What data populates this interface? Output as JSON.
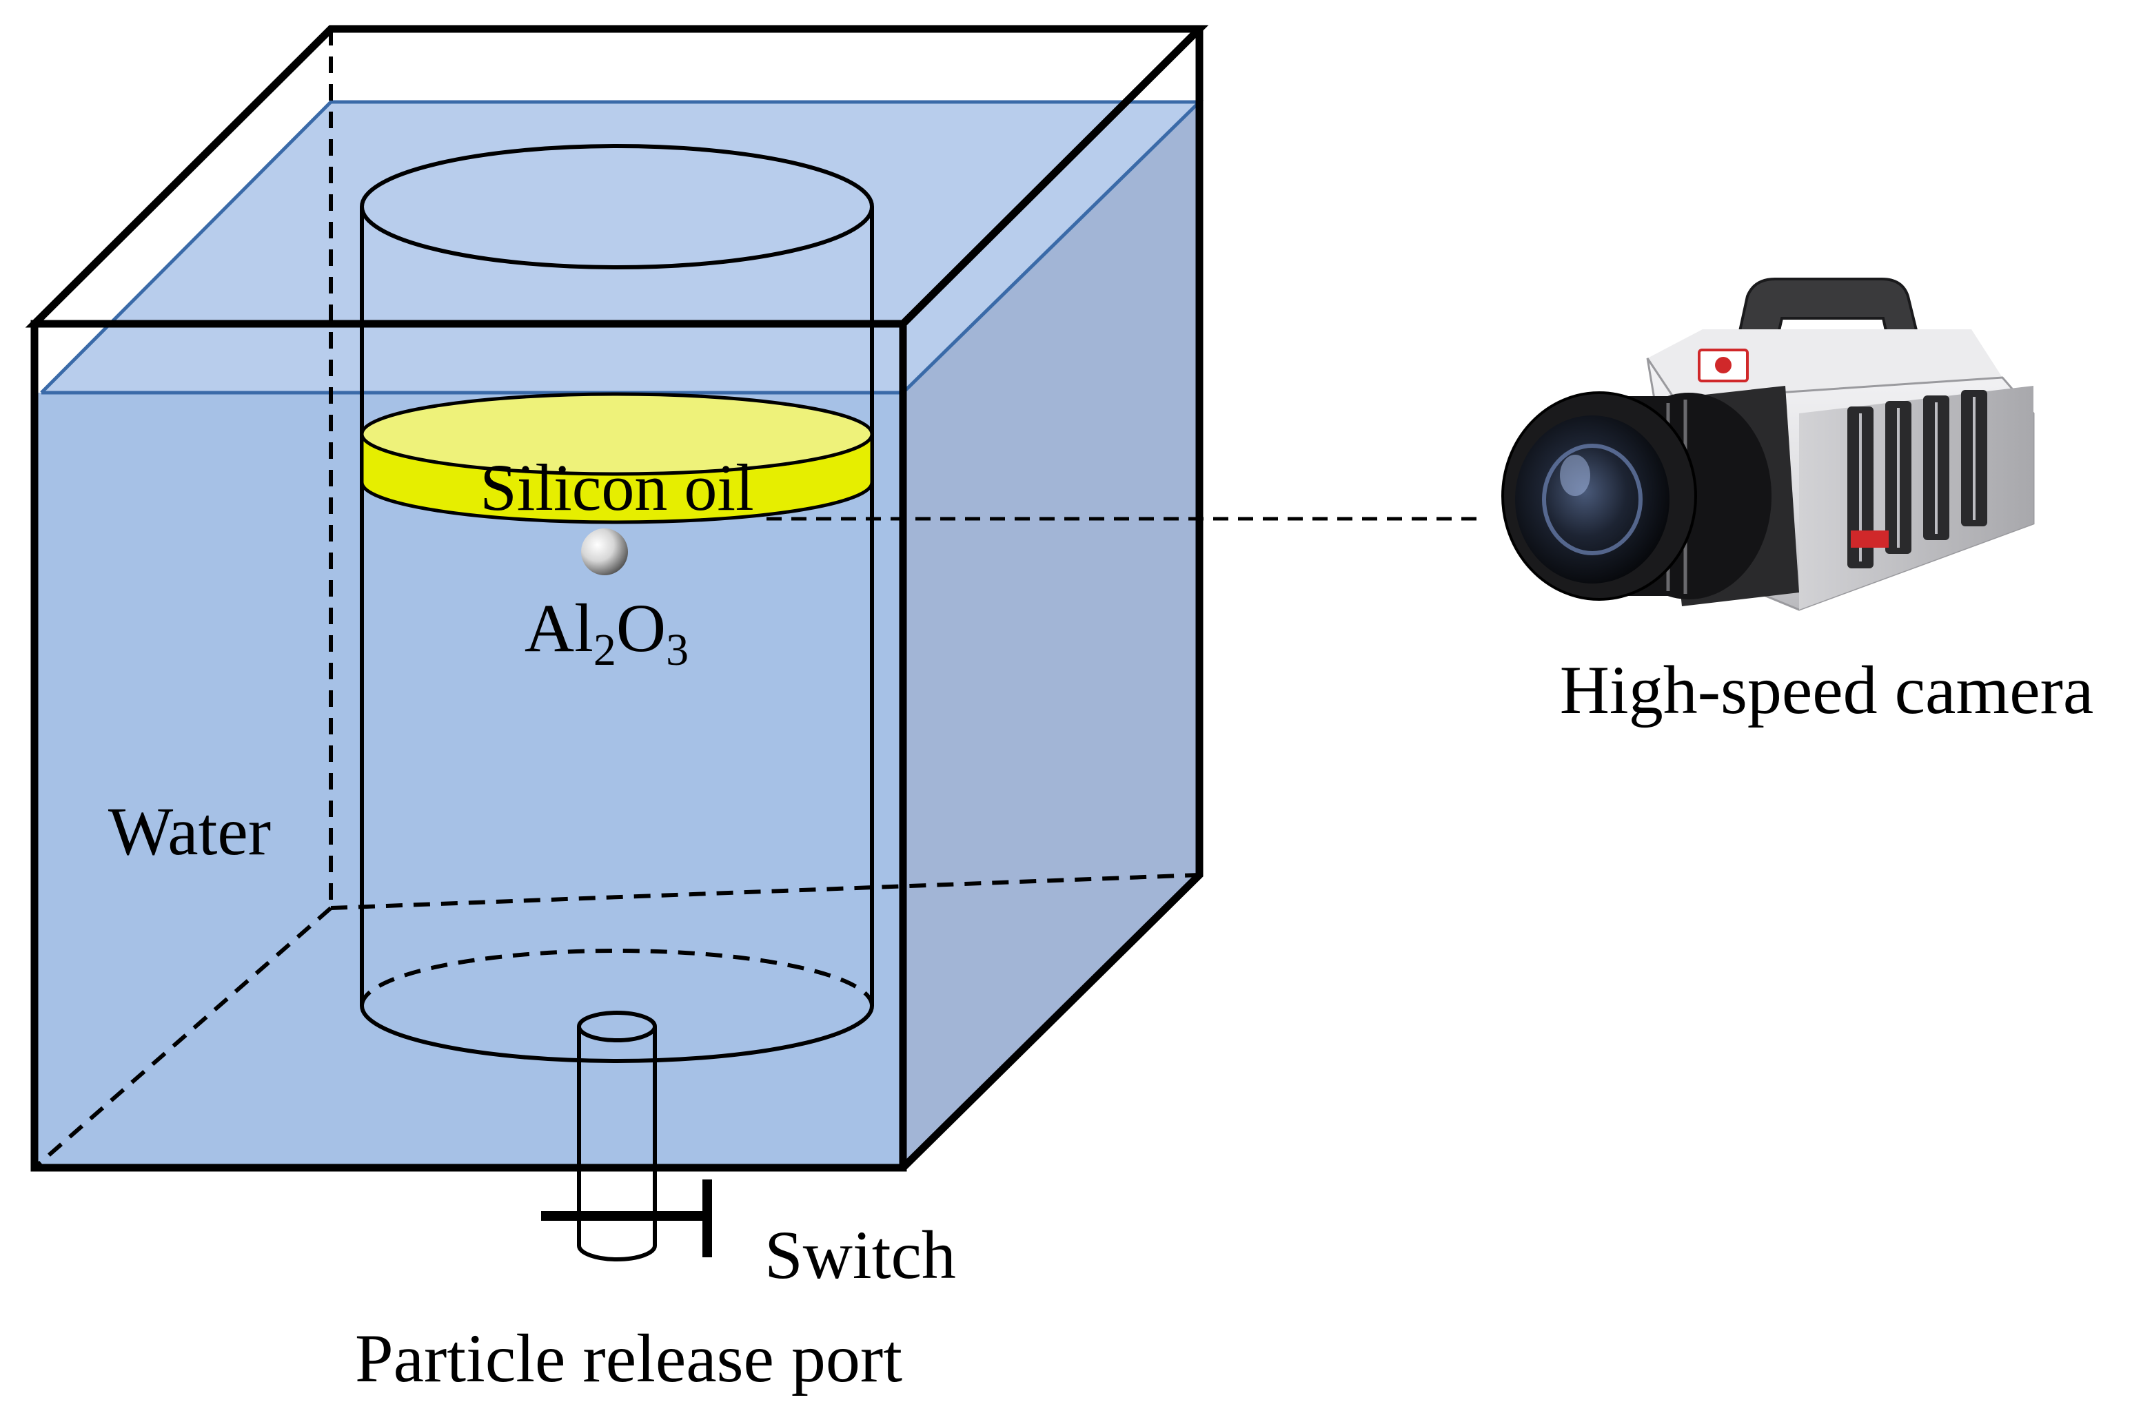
{
  "labels": {
    "silicon_oil": "Silicon oil",
    "particle": {
      "base1": "Al",
      "sub1": "2",
      "base2": "O",
      "sub2": "3"
    },
    "water": "Water",
    "switch": "Switch",
    "release_port": "Particle release port",
    "camera": "High-speed camera"
  },
  "colors": {
    "water_front": "#a6c1e6",
    "water_top": "#b8cdec",
    "water_side": "#a2b5d6",
    "silicon_oil": "#e6ee00",
    "silicon_oil_top": "#eef27a",
    "outline": "#000000",
    "camera_body": "#e4e4e6",
    "camera_accent": "#d0282a"
  },
  "icons": {
    "camera": "high-speed-camera-icon",
    "particle": "particle-sphere-icon"
  }
}
